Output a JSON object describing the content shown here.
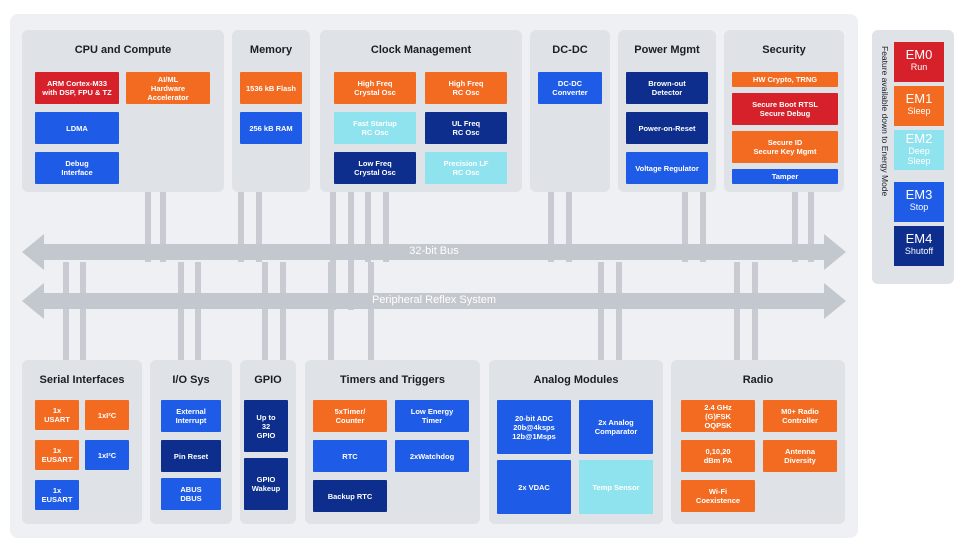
{
  "buses": {
    "bus32": "32-bit Bus",
    "prs": "Peripheral Reflex System"
  },
  "panels": {
    "cpu": {
      "title": "CPU and Compute",
      "blocks": [
        {
          "text": "ARM Cortex-M33\nwith DSP, FPU & TZ",
          "color": "red"
        },
        {
          "text": "AI/ML\nHardware\nAccelerator",
          "color": "orange"
        },
        {
          "text": "LDMA",
          "color": "blue"
        },
        {
          "text": "Debug\nInterface",
          "color": "blue"
        }
      ]
    },
    "memory": {
      "title": "Memory",
      "blocks": [
        {
          "text": "1536 kB Flash",
          "color": "orange"
        },
        {
          "text": "256 kB RAM",
          "color": "blue"
        }
      ]
    },
    "clock": {
      "title": "Clock Management",
      "blocks": [
        {
          "text": "High Freq\nCrystal Osc",
          "color": "orange"
        },
        {
          "text": "High Freq\nRC Osc",
          "color": "orange"
        },
        {
          "text": "Fast Startup\nRC Osc",
          "color": "cyan"
        },
        {
          "text": "UL Freq\nRC Osc",
          "color": "navy"
        },
        {
          "text": "Low Freq\nCrystal Osc",
          "color": "navy"
        },
        {
          "text": "Precision LF\nRC Osc",
          "color": "cyan"
        }
      ]
    },
    "dcdc": {
      "title": "DC-DC",
      "blocks": [
        {
          "text": "DC-DC\nConverter",
          "color": "blue"
        }
      ]
    },
    "power": {
      "title": "Power Mgmt",
      "blocks": [
        {
          "text": "Brown-out\nDetector",
          "color": "navy"
        },
        {
          "text": "Power-on-Reset",
          "color": "navy"
        },
        {
          "text": "Voltage Regulator",
          "color": "blue"
        }
      ]
    },
    "security": {
      "title": "Security",
      "blocks": [
        {
          "text": "HW Crypto, TRNG",
          "color": "orange"
        },
        {
          "text": "Secure Boot RTSL\nSecure Debug",
          "color": "red"
        },
        {
          "text": "Secure ID\nSecure Key Mgmt",
          "color": "orange"
        },
        {
          "text": "Tamper",
          "color": "blue"
        }
      ]
    },
    "serial": {
      "title": "Serial Interfaces",
      "blocks": [
        {
          "text": "1x\nUSART",
          "color": "orange"
        },
        {
          "text": "1xI²C",
          "color": "orange"
        },
        {
          "text": "1x\nEUSART",
          "color": "orange"
        },
        {
          "text": "1xI²C",
          "color": "blue"
        },
        {
          "text": "1x\nEUSART",
          "color": "blue"
        }
      ]
    },
    "io": {
      "title": "I/O Sys",
      "blocks": [
        {
          "text": "External\nInterrupt",
          "color": "blue"
        },
        {
          "text": "Pin Reset",
          "color": "navy"
        },
        {
          "text": "ABUS\nDBUS",
          "color": "blue"
        }
      ]
    },
    "gpio": {
      "title": "GPIO",
      "blocks": [
        {
          "text": "Up to\n32\nGPIO",
          "color": "navy"
        },
        {
          "text": "GPIO\nWakeup",
          "color": "navy"
        }
      ]
    },
    "timers": {
      "title": "Timers and Triggers",
      "blocks": [
        {
          "text": "5xTimer/\nCounter",
          "color": "orange"
        },
        {
          "text": "Low Energy\nTimer",
          "color": "blue"
        },
        {
          "text": "RTC",
          "color": "blue"
        },
        {
          "text": "2xWatchdog",
          "color": "blue"
        },
        {
          "text": "Backup RTC",
          "color": "navy"
        }
      ]
    },
    "analog": {
      "title": "Analog Modules",
      "blocks": [
        {
          "text": "20-bit ADC\n20b@4ksps\n12b@1Msps",
          "color": "blue"
        },
        {
          "text": "2x Analog\nComparator",
          "color": "blue"
        },
        {
          "text": "2x VDAC",
          "color": "blue"
        },
        {
          "text": "Temp Sensor",
          "color": "cyan"
        }
      ]
    },
    "radio": {
      "title": "Radio",
      "blocks": [
        {
          "text": "2.4 GHz\n(G)FSK\nOQPSK",
          "color": "orange"
        },
        {
          "text": "M0+ Radio\nController",
          "color": "orange"
        },
        {
          "text": "0,10,20\ndBm PA",
          "color": "orange"
        },
        {
          "text": "Antenna\nDiversity",
          "color": "orange"
        },
        {
          "text": "Wi-Fi\nCoexistence",
          "color": "orange"
        }
      ]
    }
  },
  "legend": {
    "caption": "Feature available down to Energy Mode",
    "modes": [
      {
        "name": "EM0",
        "label": "Run",
        "color": "#d6202a"
      },
      {
        "name": "EM1",
        "label": "Sleep",
        "color": "#f26b21"
      },
      {
        "name": "EM2",
        "label": "Deep\nSleep",
        "color": "#8fe3ef"
      },
      {
        "name": "EM3",
        "label": "Stop",
        "color": "#1e5be6"
      },
      {
        "name": "EM4",
        "label": "Shutoff",
        "color": "#0d2e8c"
      }
    ]
  }
}
